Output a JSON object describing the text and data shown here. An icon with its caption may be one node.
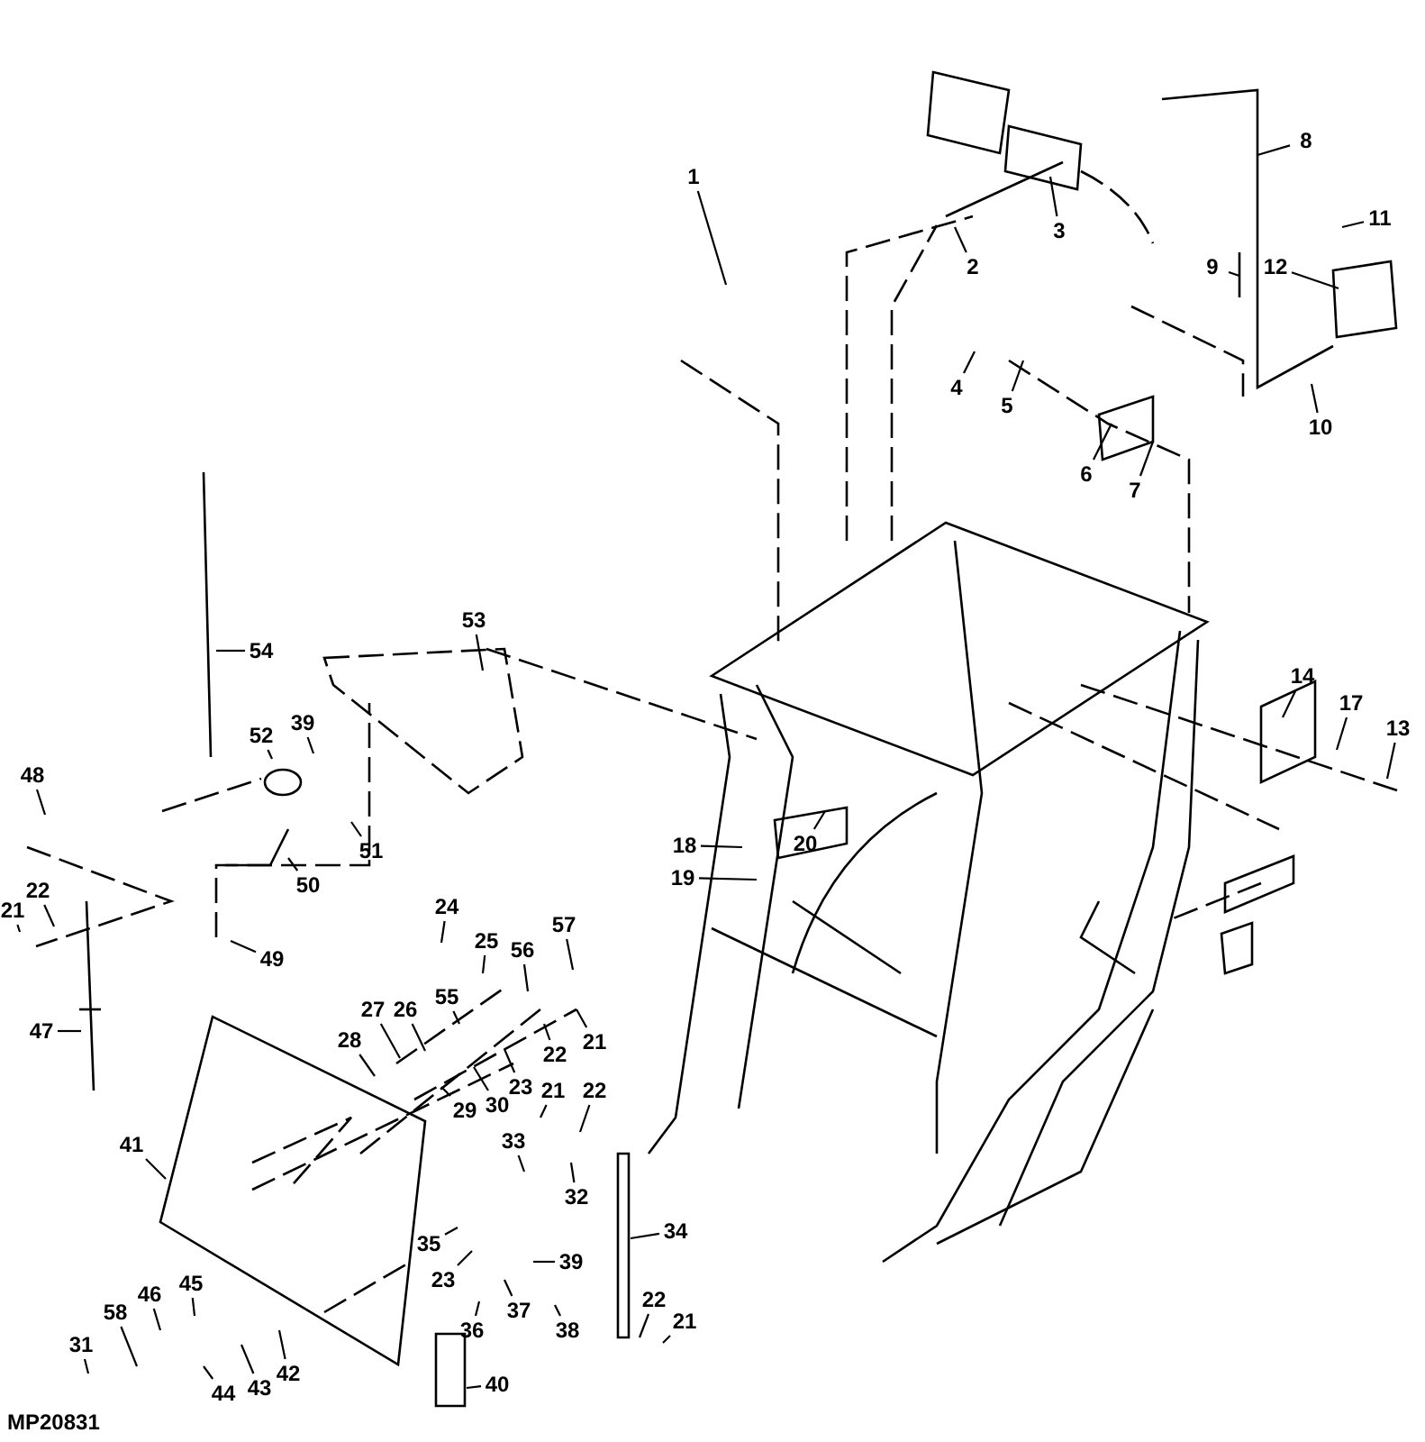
{
  "diagram": {
    "nodes": [
      {
        "text": [
          "1"
        ]
      },
      {
        "text": [
          "2"
        ]
      },
      {
        "text": [
          "3"
        ]
      },
      {
        "text": [
          "8"
        ]
      },
      {
        "text": [
          "11"
        ]
      },
      {
        "text": [
          "12"
        ]
      },
      {
        "text": [
          "9"
        ]
      },
      {
        "text": [
          "4"
        ]
      },
      {
        "text": [
          "5"
        ]
      },
      {
        "text": [
          "10"
        ]
      },
      {
        "text": [
          "6"
        ]
      },
      {
        "text": [
          "7"
        ]
      },
      {
        "text": [
          "53"
        ]
      },
      {
        "text": [
          "54"
        ]
      },
      {
        "text": [
          "14"
        ]
      },
      {
        "text": [
          "17"
        ]
      },
      {
        "text": [
          "13"
        ]
      },
      {
        "text": [
          "39"
        ]
      },
      {
        "text": [
          "52"
        ]
      },
      {
        "text": [
          "48"
        ]
      },
      {
        "text": [
          "18"
        ]
      },
      {
        "text": [
          "20"
        ]
      },
      {
        "text": [
          "51"
        ]
      },
      {
        "text": [
          "19"
        ]
      },
      {
        "text": [
          "50"
        ]
      },
      {
        "text": [
          "22"
        ]
      },
      {
        "text": [
          "21"
        ]
      },
      {
        "text": [
          "24"
        ]
      },
      {
        "text": [
          "25"
        ]
      },
      {
        "text": [
          "56"
        ]
      },
      {
        "text": [
          "57"
        ]
      },
      {
        "text": [
          "49"
        ]
      },
      {
        "text": [
          "55"
        ]
      },
      {
        "text": [
          "27"
        ]
      },
      {
        "text": [
          "26"
        ]
      },
      {
        "text": [
          "47"
        ]
      },
      {
        "text": [
          "28"
        ]
      },
      {
        "text": [
          "21"
        ]
      },
      {
        "text": [
          "22"
        ]
      },
      {
        "text": [
          "23"
        ]
      },
      {
        "text": [
          "30"
        ]
      },
      {
        "text": [
          "29"
        ]
      },
      {
        "text": [
          "21"
        ]
      },
      {
        "text": [
          "22"
        ]
      },
      {
        "text": [
          "41"
        ]
      },
      {
        "text": [
          "33"
        ]
      },
      {
        "text": [
          "32"
        ]
      },
      {
        "text": [
          "34"
        ]
      },
      {
        "text": [
          "35"
        ]
      },
      {
        "text": [
          "39"
        ]
      },
      {
        "text": [
          "23"
        ]
      },
      {
        "text": [
          "45"
        ]
      },
      {
        "text": [
          "46"
        ]
      },
      {
        "text": [
          "22"
        ]
      },
      {
        "text": [
          "58"
        ]
      },
      {
        "text": [
          "37"
        ]
      },
      {
        "text": [
          "21"
        ]
      },
      {
        "text": [
          "36"
        ]
      },
      {
        "text": [
          "38"
        ]
      },
      {
        "text": [
          "31"
        ]
      },
      {
        "text": [
          "42"
        ]
      },
      {
        "text": [
          "43"
        ]
      },
      {
        "text": [
          "44"
        ]
      },
      {
        "text": [
          "40"
        ]
      }
    ],
    "edges": [
      {
        "from": 0,
        "to": null,
        "arrow": "none"
      },
      {
        "from": 1,
        "to": null,
        "arrow": "none"
      },
      {
        "from": 2,
        "to": null,
        "arrow": "none"
      },
      {
        "from": 3,
        "to": null,
        "arrow": "none"
      },
      {
        "from": 4,
        "to": null,
        "arrow": "none"
      },
      {
        "from": 5,
        "to": null,
        "arrow": "none"
      },
      {
        "from": 6,
        "to": null,
        "arrow": "none"
      },
      {
        "from": 7,
        "to": null,
        "arrow": "none"
      },
      {
        "from": 8,
        "to": null,
        "arrow": "none"
      },
      {
        "from": 9,
        "to": null,
        "arrow": "none"
      },
      {
        "from": 10,
        "to": null,
        "arrow": "none"
      },
      {
        "from": 11,
        "to": null,
        "arrow": "none"
      },
      {
        "from": 12,
        "to": null,
        "arrow": "none"
      },
      {
        "from": 13,
        "to": null,
        "arrow": "none"
      },
      {
        "from": 14,
        "to": null,
        "arrow": "none"
      },
      {
        "from": 15,
        "to": null,
        "arrow": "none"
      },
      {
        "from": 16,
        "to": null,
        "arrow": "none"
      },
      {
        "from": 17,
        "to": null,
        "arrow": "none"
      },
      {
        "from": 18,
        "to": null,
        "arrow": "none"
      },
      {
        "from": 19,
        "to": null,
        "arrow": "none"
      },
      {
        "from": 20,
        "to": null,
        "arrow": "none"
      },
      {
        "from": 21,
        "to": null,
        "arrow": "none"
      },
      {
        "from": 22,
        "to": null,
        "arrow": "none"
      },
      {
        "from": 23,
        "to": null,
        "arrow": "none"
      },
      {
        "from": 24,
        "to": null,
        "arrow": "none"
      },
      {
        "from": 25,
        "to": null,
        "arrow": "none"
      },
      {
        "from": 26,
        "to": null,
        "arrow": "none"
      },
      {
        "from": 27,
        "to": null,
        "arrow": "none"
      },
      {
        "from": 28,
        "to": null,
        "arrow": "none"
      },
      {
        "from": 29,
        "to": null,
        "arrow": "none"
      },
      {
        "from": 30,
        "to": null,
        "arrow": "none"
      },
      {
        "from": 31,
        "to": null,
        "arrow": "none"
      },
      {
        "from": 32,
        "to": null,
        "arrow": "none"
      },
      {
        "from": 33,
        "to": null,
        "arrow": "none"
      },
      {
        "from": 34,
        "to": null,
        "arrow": "none"
      },
      {
        "from": 35,
        "to": null,
        "arrow": "none"
      },
      {
        "from": 36,
        "to": null,
        "arrow": "none"
      },
      {
        "from": 37,
        "to": null,
        "arrow": "none"
      },
      {
        "from": 38,
        "to": null,
        "arrow": "none"
      },
      {
        "from": 39,
        "to": null,
        "arrow": "none"
      },
      {
        "from": 40,
        "to": null,
        "arrow": "none"
      },
      {
        "from": 41,
        "to": null,
        "arrow": "none"
      },
      {
        "from": 42,
        "to": null,
        "arrow": "none"
      },
      {
        "from": 43,
        "to": null,
        "arrow": "none"
      },
      {
        "from": 44,
        "to": null,
        "arrow": "none"
      },
      {
        "from": 45,
        "to": null,
        "arrow": "none"
      },
      {
        "from": 46,
        "to": null,
        "arrow": "none"
      },
      {
        "from": 47,
        "to": null,
        "arrow": "none"
      },
      {
        "from": 48,
        "to": null,
        "arrow": "none"
      },
      {
        "from": 49,
        "to": null,
        "arrow": "none"
      },
      {
        "from": 50,
        "to": null,
        "arrow": "none"
      },
      {
        "from": 51,
        "to": null,
        "arrow": "none"
      },
      {
        "from": 52,
        "to": null,
        "arrow": "none"
      },
      {
        "from": 53,
        "to": null,
        "arrow": "none"
      },
      {
        "from": 54,
        "to": null,
        "arrow": "none"
      },
      {
        "from": 55,
        "to": null,
        "arrow": "none"
      },
      {
        "from": 56,
        "to": null,
        "arrow": "none"
      },
      {
        "from": 57,
        "to": null,
        "arrow": "none"
      },
      {
        "from": 58,
        "to": null,
        "arrow": "none"
      },
      {
        "from": 59,
        "to": null,
        "arrow": "none"
      },
      {
        "from": 60,
        "to": null,
        "arrow": "none"
      },
      {
        "from": 61,
        "to": null,
        "arrow": "none"
      },
      {
        "from": 62,
        "to": null,
        "arrow": "none"
      },
      {
        "from": 63,
        "to": null,
        "arrow": "none"
      }
    ],
    "labels": [
      "MP20831"
    ]
  }
}
